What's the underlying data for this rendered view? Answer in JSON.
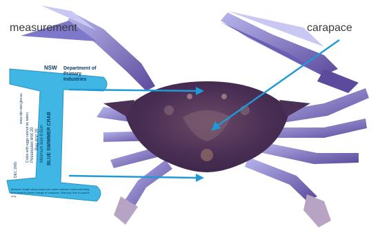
{
  "labels": {
    "measurement": "measurement",
    "carapace": "carapace"
  },
  "gauge": {
    "logo": "NSW",
    "department": "Department of Primary Industries",
    "species": "BLUE SWIMMER CRAB",
    "min_size": "Minimum size 6.5cm",
    "bag_limit": "Bag limit 20",
    "possession": "Possession limit 20",
    "berried": "Crabs with eggs cannot be taken",
    "website": "www.dpi.nsw.gov.au",
    "code": "DEC 2005",
    "instructions": "Measure length along body from notch between most protruding front teeth to centre margin of carapace. Warning: this is a guide only"
  },
  "colors": {
    "gauge_blue": "#3fb6e3",
    "arrow_blue": "#1f9ad6",
    "crab_purple": "#5b3f78",
    "leg_blue": "#8a8ad6"
  }
}
